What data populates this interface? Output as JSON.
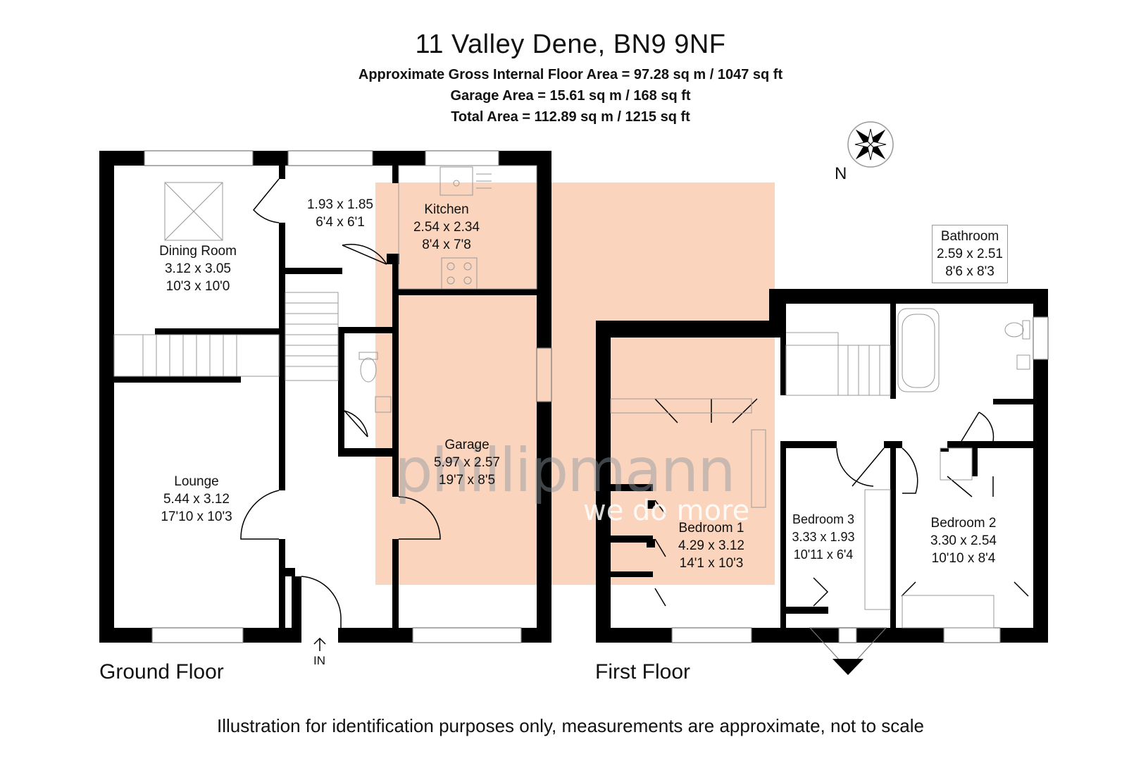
{
  "header": {
    "title": "11 Valley Dene, BN9 9NF",
    "line1": "Approximate Gross Internal Floor Area = 97.28 sq m / 1047 sq ft",
    "line2": "Garage Area = 15.61 sq m / 168 sq ft",
    "line3": "Total Area = 112.89 sq m / 1215 sq ft"
  },
  "compass": {
    "label": "N",
    "icon": "compass-rose-icon"
  },
  "rooms": {
    "hall": {
      "name": "",
      "metric": "1.93 x 1.85",
      "imperial": "6'4 x 6'1"
    },
    "kitchen": {
      "name": "Kitchen",
      "metric": "2.54 x 2.34",
      "imperial": "8'4 x 7'8"
    },
    "dining": {
      "name": "Dining Room",
      "metric": "3.12 x 3.05",
      "imperial": "10'3 x 10'0"
    },
    "garage": {
      "name": "Garage",
      "metric": "5.97 x 2.57",
      "imperial": "19'7 x 8'5"
    },
    "lounge": {
      "name": "Lounge",
      "metric": "5.44 x 3.12",
      "imperial": "17'10 x 10'3"
    },
    "bathroom": {
      "name": "Bathroom",
      "metric": "2.59 x 2.51",
      "imperial": "8'6 x 8'3"
    },
    "bedroom1": {
      "name": "Bedroom 1",
      "metric": "4.29 x 3.12",
      "imperial": "14'1 x 10'3"
    },
    "bedroom2": {
      "name": "Bedroom 2",
      "metric": "3.30 x 2.54",
      "imperial": "10'10 x 8'4"
    },
    "bedroom3": {
      "name": "Bedroom 3",
      "metric": "3.33 x 1.93",
      "imperial": "10'11 x 6'4"
    }
  },
  "entrance_label": "IN",
  "floors": {
    "ground": "Ground Floor",
    "first": "First Floor"
  },
  "watermark": {
    "brand": "phillipmann",
    "tagline": "we do more",
    "color": "#f6b58c"
  },
  "disclaimer": "Illustration for identification purposes only, measurements are approximate, not to scale",
  "colors": {
    "wall": "#000000",
    "highlight": "#f9cdb0"
  }
}
